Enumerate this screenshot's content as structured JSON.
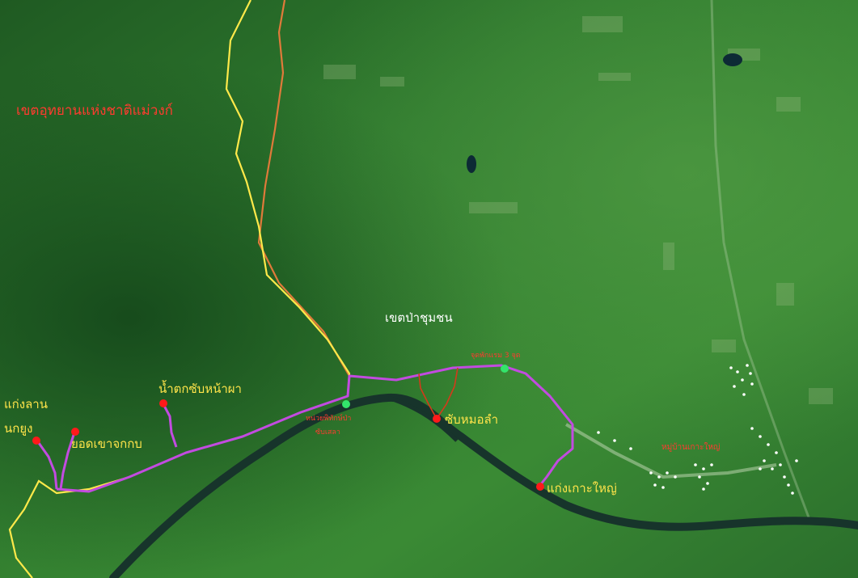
{
  "colors": {
    "park_boundary": "#ffe94a",
    "orange_boundary": "#e07a3a",
    "trail": "#c24be0",
    "river": "#17342b",
    "red_marker": "#ff1a1a",
    "green_marker": "#33e56b",
    "yellow_text": "#ffe44a",
    "red_text": "#ff3b2f",
    "white_text": "#ffffff",
    "village_dots": "#ffffff"
  },
  "labels": {
    "park_zone": "เขตอุทยานแห่งชาติแม่วงก์",
    "community_forest": "เขตป่าชุมชน",
    "waterfall_cliff": "น้ำตกซับหน้าผา",
    "kaeng_lan_line1": "แก่งลาน",
    "kaeng_lan_line2": "นกยูง",
    "yod_khao_chakkop": "ยอดเขาจกกบ",
    "sap_mo_lam": "ซับหมอลำ",
    "kaeng_ko_yai": "แก่งเกาะใหญ่",
    "village_label": "หมู่บ้านเกาะใหญ่",
    "checkpoint_label_line1": "หน่วยพิทักษ์ป่า",
    "checkpoint_label_line2": "ซับเสลา",
    "camp_label": "จุดพักแรม 3 จุด"
  },
  "icons": {
    "red_marker": "red-dot-icon",
    "green_marker": "green-dot-icon"
  }
}
